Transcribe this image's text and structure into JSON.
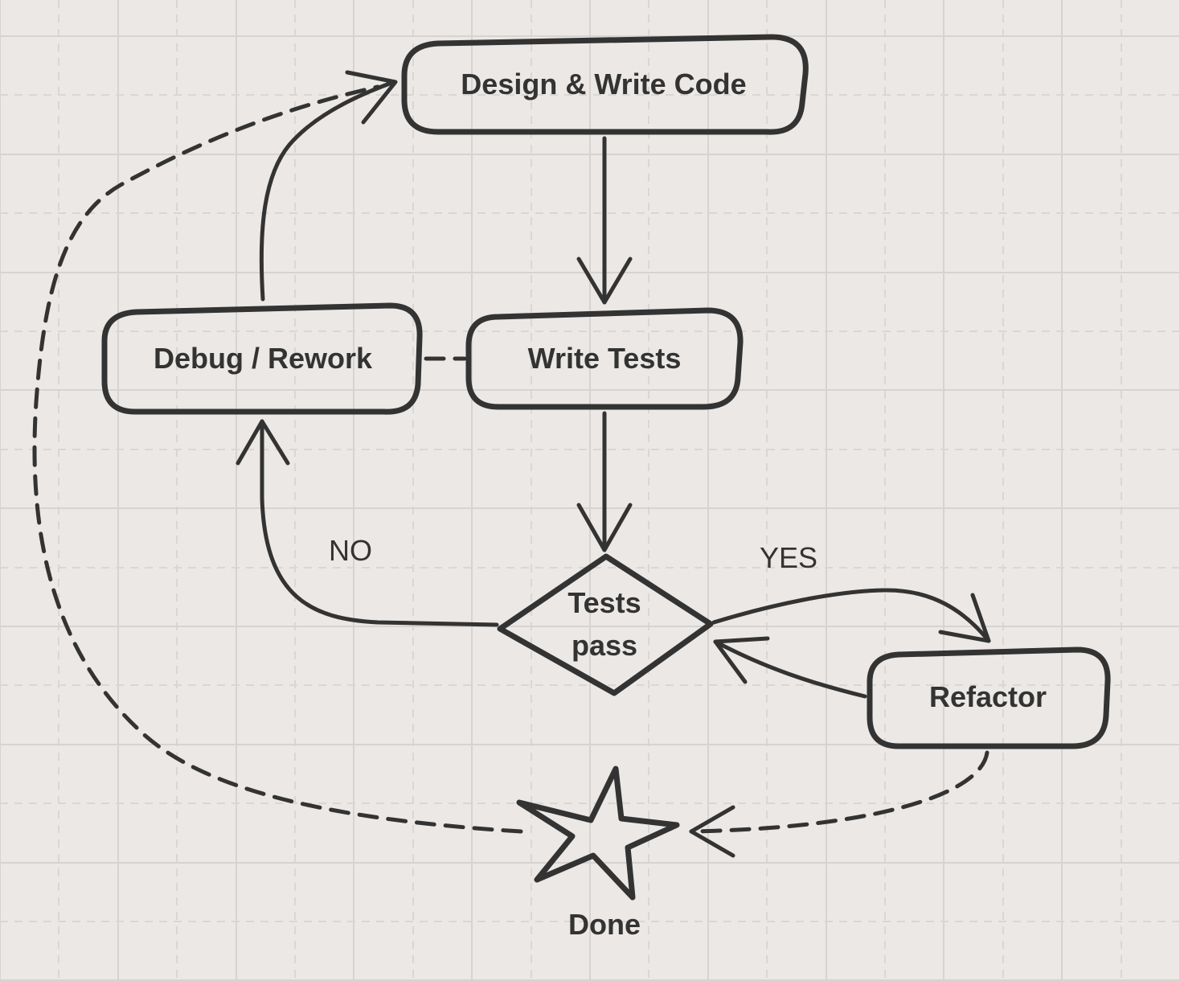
{
  "diagram": {
    "nodes": {
      "design": {
        "label": "Design & Write Code"
      },
      "write_tests": {
        "label": "Write Tests"
      },
      "debug": {
        "label": "Debug / Rework"
      },
      "tests_pass": {
        "label_line1": "Tests",
        "label_line2": "pass"
      },
      "refactor": {
        "label": "Refactor"
      },
      "done": {
        "label": "Done"
      }
    },
    "edges": {
      "no_label": "NO",
      "yes_label": "YES"
    },
    "colors": {
      "background": "#ebe8e5",
      "ink": "#333333",
      "grid": "#d6d3d0"
    }
  }
}
